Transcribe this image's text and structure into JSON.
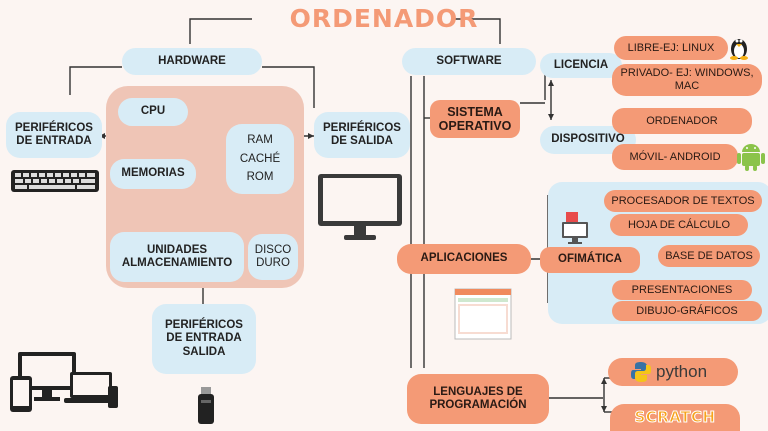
{
  "title": "ORDENADOR",
  "hardware": {
    "label": "HARDWARE",
    "input_peripherals": "PERIFÉRICOS DE ENTRADA",
    "output_peripherals": "PERIFÉRICOS DE SALIDA",
    "io_peripherals": "PERIFÉRICOS DE ENTRADA SALIDA",
    "cpu": "CPU",
    "memories": "MEMORIAS",
    "storage": "UNIDADES ALMACENAMIENTO",
    "ram": "RAM",
    "cache": "CACHÉ",
    "rom": "ROM",
    "disk": "DISCO DURO"
  },
  "software": {
    "label": "SOFTWARE",
    "os": "SISTEMA OPERATIVO",
    "license": "LICENCIA",
    "license_free": "LIBRE-EJ: LINUX",
    "license_private": "PRIVADO- EJ: WINDOWS, MAC",
    "device": "DISPOSITIVO",
    "device_computer": "ORDENADOR",
    "device_mobile": "MÓVIL- ANDROID",
    "applications": "APLICACIONES",
    "office": "OFIMÁTICA",
    "office_items": [
      "PROCESADOR DE TEXTOS",
      "HOJA DE CÁLCULO",
      "BASE DE DATOS",
      "PRESENTACIONES",
      "DIBUJO-GRÁFICOS"
    ],
    "languages": "LENGUAJES DE PROGRAMACIÓN",
    "python": "python",
    "scratch": "SCRATCH"
  },
  "colors": {
    "accent": "#f49a76",
    "blue_box": "#d8ecf6",
    "panel": "#efc5b6"
  }
}
